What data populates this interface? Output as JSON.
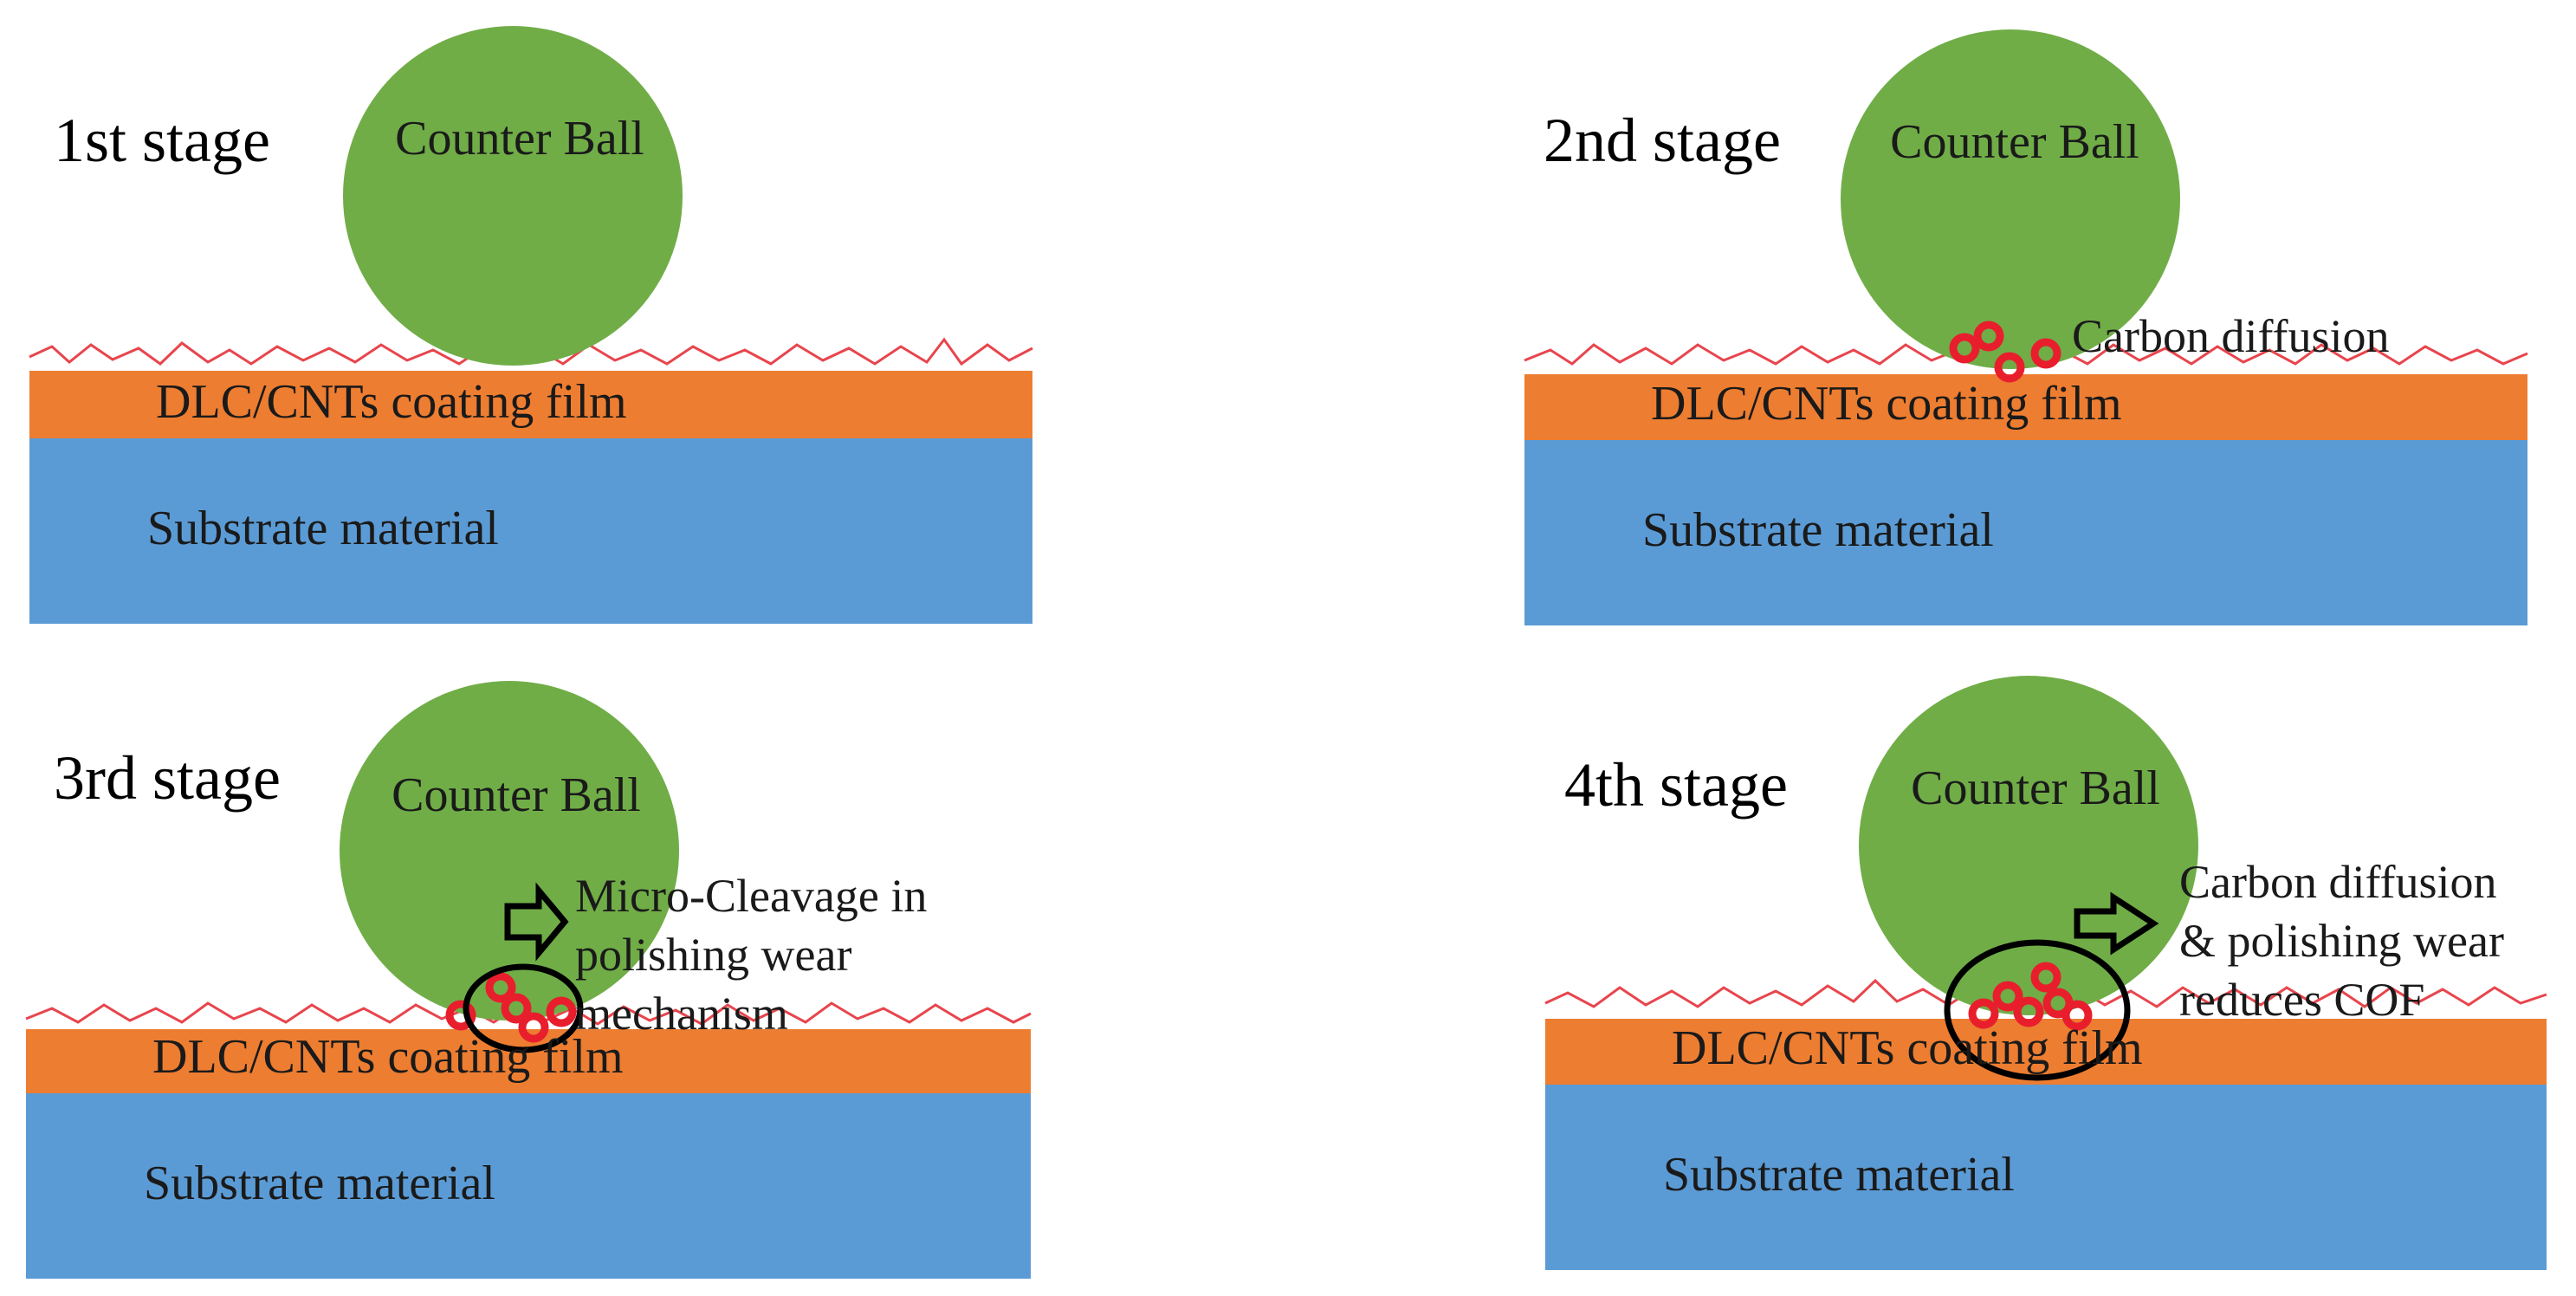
{
  "colors": {
    "ball": "#70ad47",
    "coating": "#ed7d31",
    "substrate": "#5b9bd5",
    "roughness": "#e8454d",
    "particles": "#e81e2d",
    "outline": "#000000"
  },
  "panels": [
    {
      "stage": "1st stage",
      "ball_label": "Counter Ball",
      "coating_label": "DLC/CNTs coating film",
      "substrate_label": "Substrate material",
      "annotation": []
    },
    {
      "stage": "2nd stage",
      "ball_label": "Counter Ball",
      "coating_label": "DLC/CNTs coating film",
      "substrate_label": "Substrate material",
      "annotation": [
        "Carbon diffusion"
      ]
    },
    {
      "stage": "3rd stage",
      "ball_label": "Counter Ball",
      "coating_label": "DLC/CNTs coating film",
      "substrate_label": "Substrate material",
      "annotation": [
        "Micro-Cleavage in",
        "polishing wear",
        "mechanism"
      ]
    },
    {
      "stage": "4th stage",
      "ball_label": "Counter Ball",
      "coating_label": "DLC/CNTs coating film",
      "substrate_label": "Substrate material",
      "annotation": [
        "Carbon diffusion",
        "& polishing wear",
        "reduces COF"
      ]
    }
  ]
}
